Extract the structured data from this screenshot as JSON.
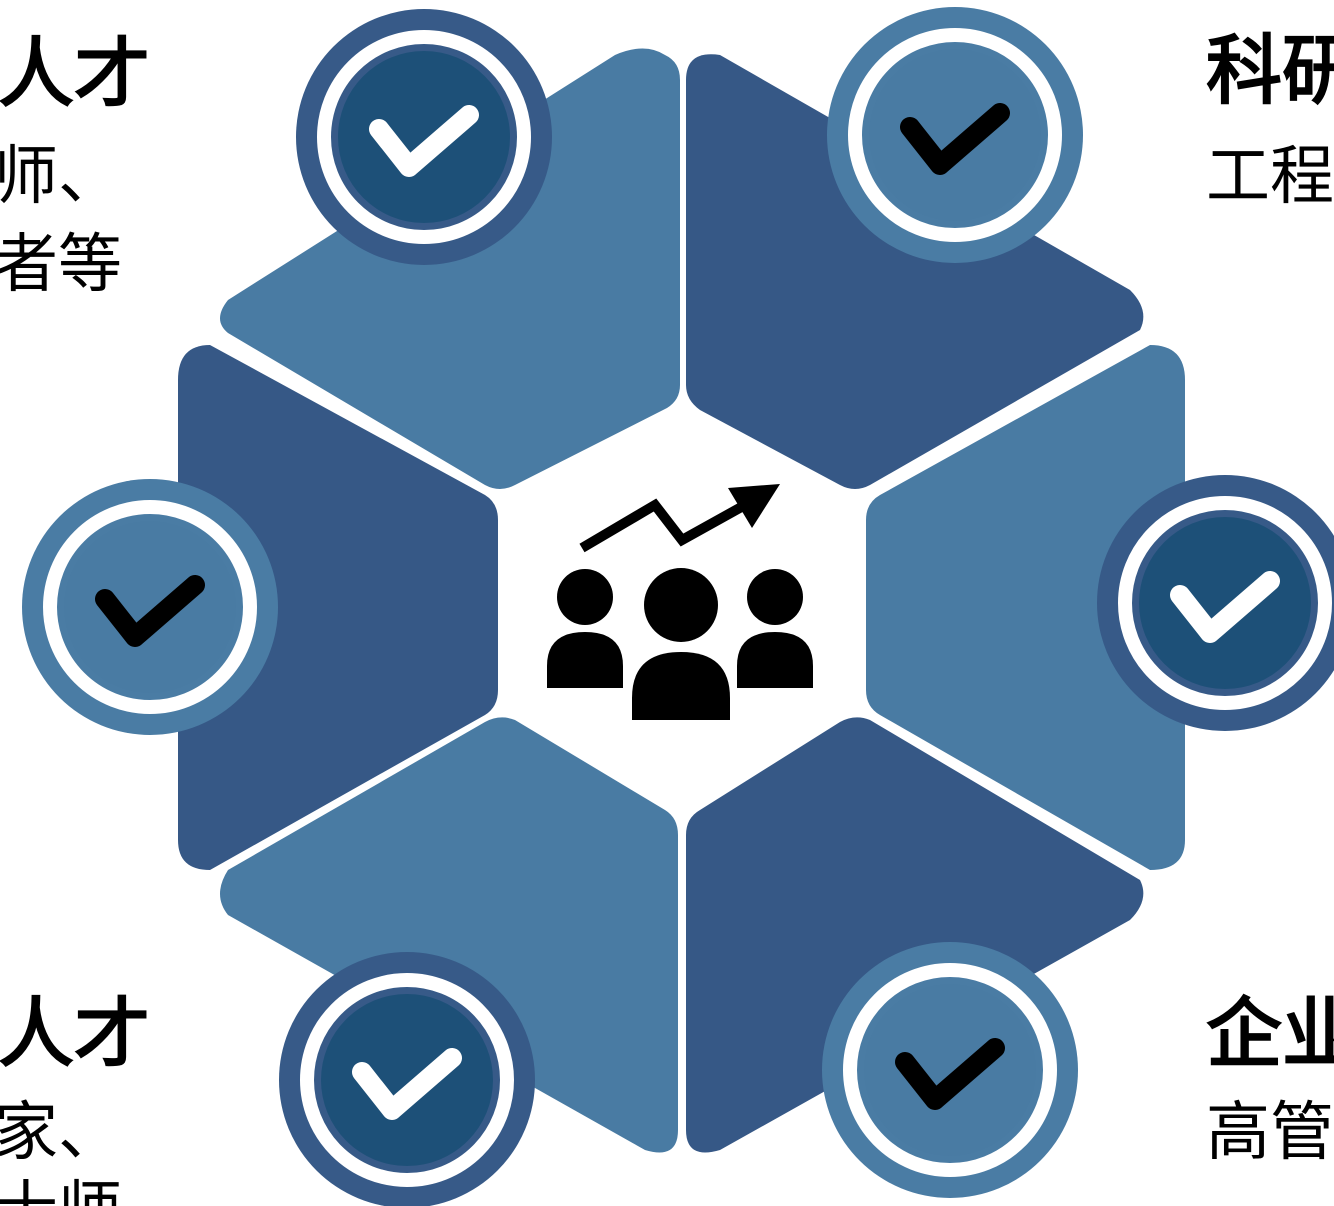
{
  "colors": {
    "light_segment": "#497BA3",
    "dark_segment": "#365886",
    "badge_ring_dark": "#375A88",
    "badge_ring_light": "#4A7CA4",
    "badge_fill_dark": "#1D5078",
    "badge_fill_light": "#497BA3",
    "check_white": "#FFFFFF",
    "check_black": "#000000",
    "center_icon": "#000000"
  },
  "center_icon": "people-growth-icon",
  "badge_icon": "check-icon",
  "labels": {
    "top_left_title": "人才",
    "top_left_line1": "师、",
    "top_left_line2": "者等",
    "top_right_title": "科研",
    "top_right_line1": "工程",
    "bottom_left_title": "人才",
    "bottom_left_line1": "家、",
    "bottom_left_line2": "士师",
    "bottom_right_title": "企业",
    "bottom_right_line1": "高管"
  }
}
